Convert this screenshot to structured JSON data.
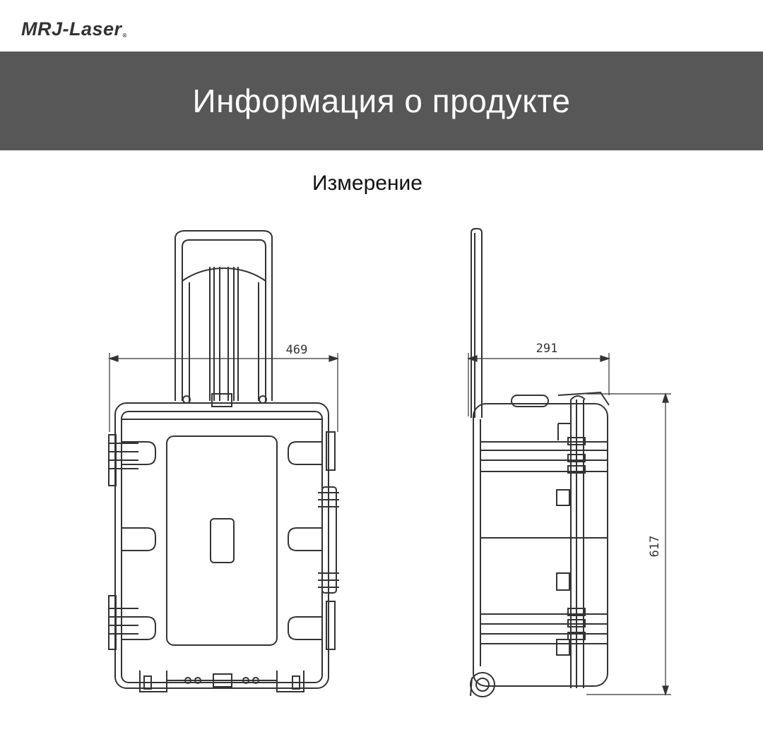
{
  "brand": {
    "logo_text": "MRJ-Laser",
    "reg_mark": "®"
  },
  "banner": {
    "title": "Информация о продукте"
  },
  "section": {
    "title": "Измерение"
  },
  "dimensions": {
    "front_width": "469",
    "side_depth": "291",
    "side_height": "617"
  },
  "colors": {
    "banner_bg": "#575757",
    "line": "#333333"
  }
}
